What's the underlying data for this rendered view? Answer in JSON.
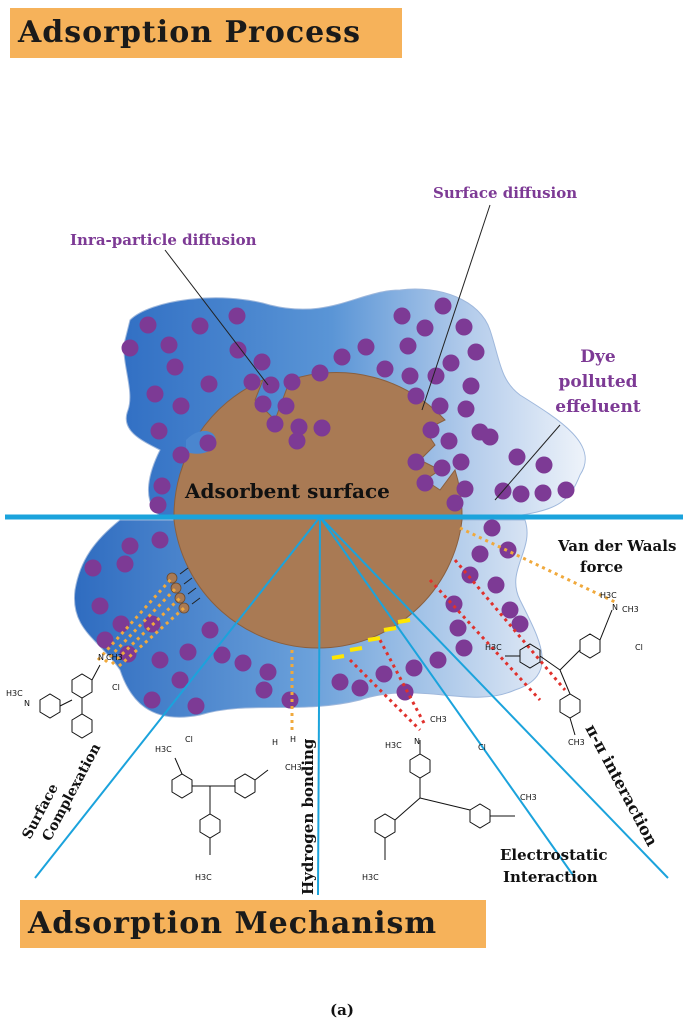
{
  "title_top": "Adsorption Process",
  "title_bottom": "Adsorption Mechanism",
  "caption": "(a)",
  "labels": {
    "intra_particle": "Inra-particle diffusion",
    "surface_diffusion": "Surface diffusion",
    "dye_line1": "Dye",
    "dye_line2": "polluted",
    "dye_line3": "effeluent",
    "adsorbent": "Adsorbent surface",
    "vdw_line1": "Van der Waals",
    "vdw_line2": "force",
    "surface_complex_line1": "Surface",
    "surface_complex_line2": "Complexation",
    "hydrogen": "Hydrogen bonding",
    "pi_pi": "π-π interaction",
    "electro_line1": "Electrostatic",
    "electro_line2": "Interaction"
  },
  "chem": {
    "chloride": "Cl",
    "ch3": "CH3",
    "h3c": "H3C",
    "n": "N",
    "h": "H"
  },
  "colors": {
    "banner": "#f6b25a",
    "blob_dark": "#3d7fcc",
    "blob_light": "#dfe8f5",
    "adsorbent": "#a97a54",
    "dye": "#7d3a95",
    "label_purple": "#7d3a95",
    "divider": "#1ba3dc",
    "orange_dots": "#f0a93c",
    "red_dots": "#e0312c",
    "yellow_bar": "#ffe600"
  }
}
